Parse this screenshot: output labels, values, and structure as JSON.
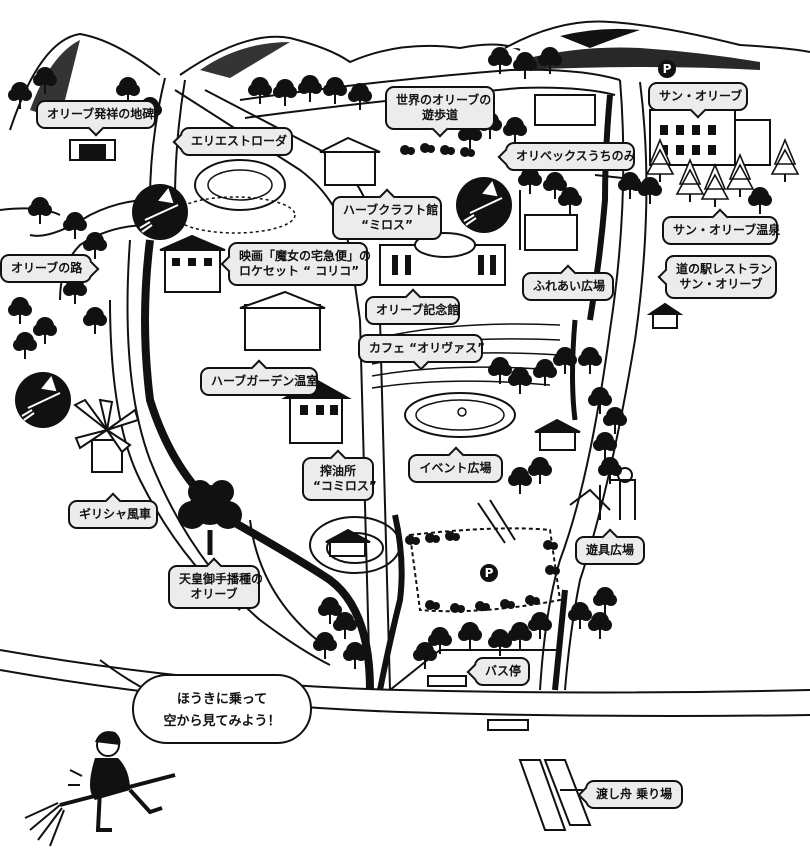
{
  "labels": {
    "olive_monument": "オリーブ発祥の地碑",
    "elliest_road": "エリエストローダ",
    "olive_path_world": [
      "世界のオリーブの",
      "遊歩道"
    ],
    "sun_olive": "サン・オリーブ",
    "olivex_uchinomi": "オリベックスうちのみ",
    "herb_craft": [
      "ハーブクラフト館",
      "“ミロス”"
    ],
    "movie_set": [
      "映画「魔女の宅急便」の",
      "ロケセット “ コリコ”"
    ],
    "sun_olive_onsen": "サン・オリーブ温泉",
    "olive_road": "オリーブの路",
    "fureai_hiroba": "ふれあい広場",
    "michinoeki": [
      "道の駅レストラン",
      "サン・オリーブ"
    ],
    "olive_museum": "オリーブ記念館",
    "cafe": "カフェ “オリヴァス”",
    "herb_garden": "ハーブガーデン温室",
    "press_house": [
      "搾油所",
      "“コミロス”"
    ],
    "event_hiroba": "イベント広場",
    "greek_windmill": "ギリシャ風車",
    "playground": "遊具広場",
    "emperor_olive": [
      "天皇御手播種の",
      "オリーブ"
    ],
    "bus_stop": "バス停",
    "ferry": "渡し舟  乗り場"
  },
  "parking_mark": "P",
  "speech": [
    "ほうきに乗って",
    "空から見てみよう！"
  ],
  "icons": [
    "witch-on-broom-icon",
    "parking-icon",
    "tree-icon",
    "windmill-icon",
    "mountain-icon"
  ],
  "colors": {
    "ink": "#111111",
    "label_fill": "#ececec",
    "paper": "#ffffff"
  }
}
